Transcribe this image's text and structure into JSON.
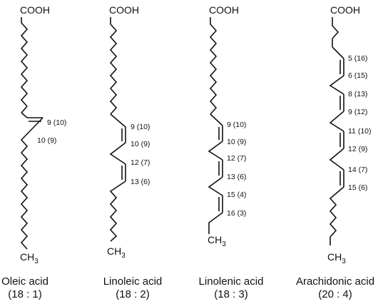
{
  "acids": [
    {
      "id": "oleic",
      "head": "COOH",
      "tail": "CH",
      "tail_sub": "3",
      "name": "Oleic acid",
      "ratio": "(18 : 1)",
      "labels": [
        "9  (10)",
        "10  (9)"
      ]
    },
    {
      "id": "linoleic",
      "head": "COOH",
      "tail": "CH",
      "tail_sub": "3",
      "name": "Linoleic acid",
      "ratio": "(18 : 2)",
      "labels": [
        "9  (10)",
        "10  (9)",
        "12  (7)",
        "13  (6)"
      ]
    },
    {
      "id": "linolenic",
      "head": "COOH",
      "tail": "CH",
      "tail_sub": "3",
      "name": "Linolenic acid",
      "ratio": "(18 : 3)",
      "labels": [
        "9  (10)",
        "10  (9)",
        "12  (7)",
        "13  (6)",
        "15  (4)",
        "16  (3)"
      ]
    },
    {
      "id": "arachidonic",
      "head": "COOH",
      "tail": "CH",
      "tail_sub": "3",
      "name": "Arachidonic acid",
      "ratio": "(20 : 4)",
      "labels": [
        "5  (16)",
        "6  (15)",
        "8  (13)",
        "9  (12)",
        "11  (10)",
        "12  (9)",
        "14  (7)",
        "15  (6)"
      ]
    }
  ]
}
